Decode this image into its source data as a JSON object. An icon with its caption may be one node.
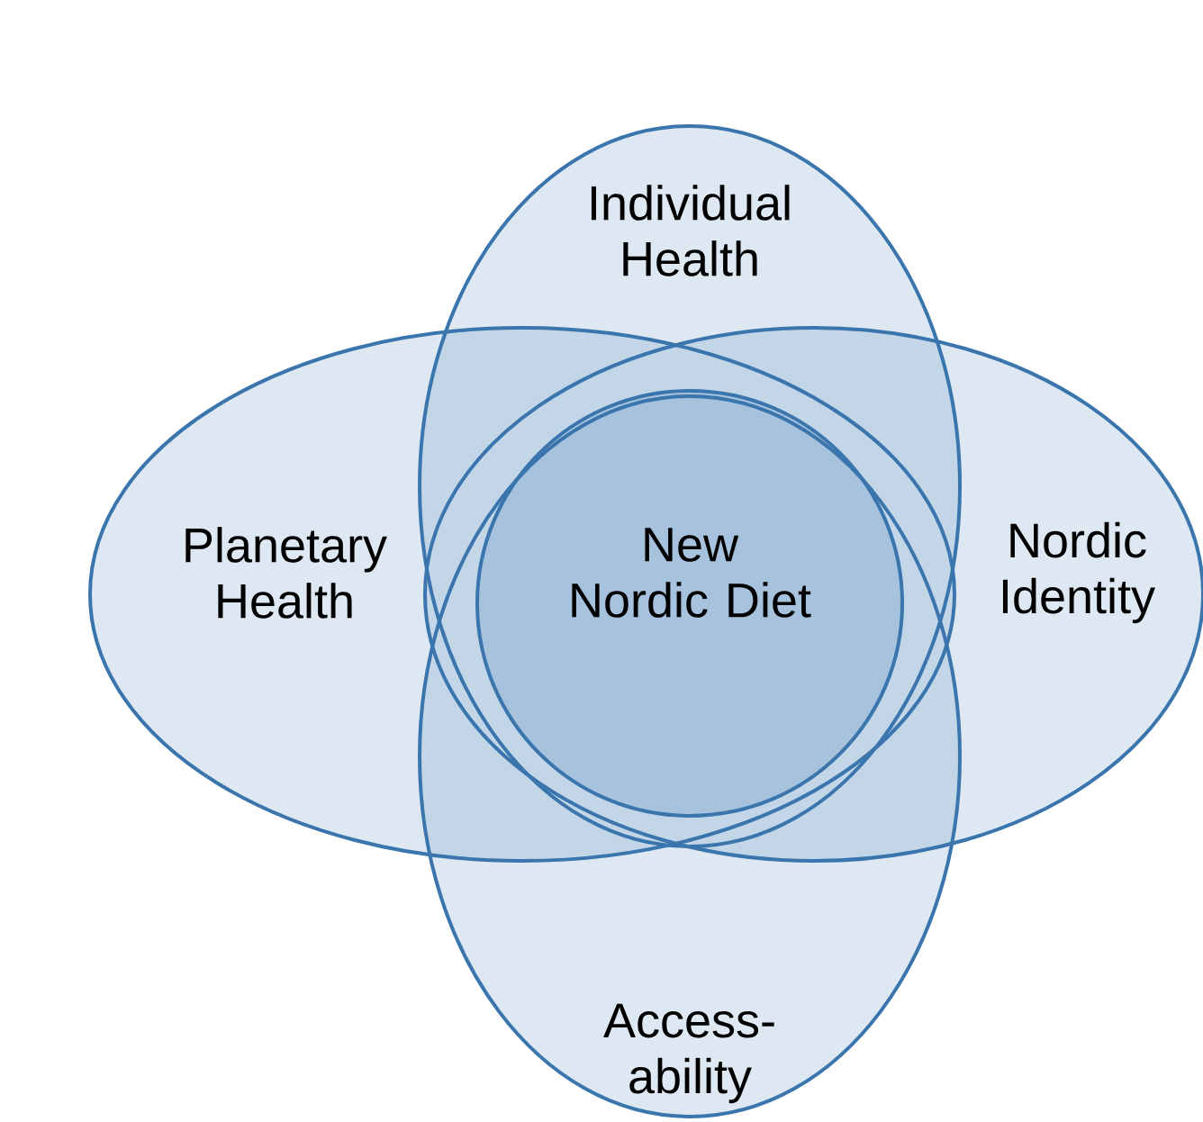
{
  "diagram": {
    "nodes": [
      {
        "text": [
          "Individual Health"
        ]
      },
      {
        "text": [
          "Planetary Health"
        ]
      },
      {
        "text": [
          "New Nordic Diet"
        ]
      },
      {
        "text": [
          "Nordic Identity"
        ]
      },
      {
        "text": [
          "Access- ability"
        ]
      }
    ]
  }
}
